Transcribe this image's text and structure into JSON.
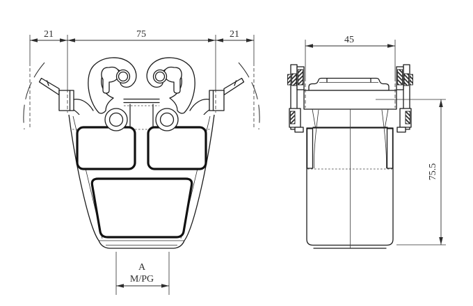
{
  "drawing": {
    "title": "connector-hood-two-view-drawing",
    "background_color": "#ffffff",
    "stroke_color": "#1b1b1b",
    "dim_color": "#2d2d2d",
    "front_view": {
      "dim_top_left": "21",
      "dim_top_center": "75",
      "dim_top_right": "21",
      "cable_entry_label": "A",
      "cable_entry_thread": "M/PG"
    },
    "side_view": {
      "dim_width": "45",
      "dim_height": "75.5"
    }
  }
}
